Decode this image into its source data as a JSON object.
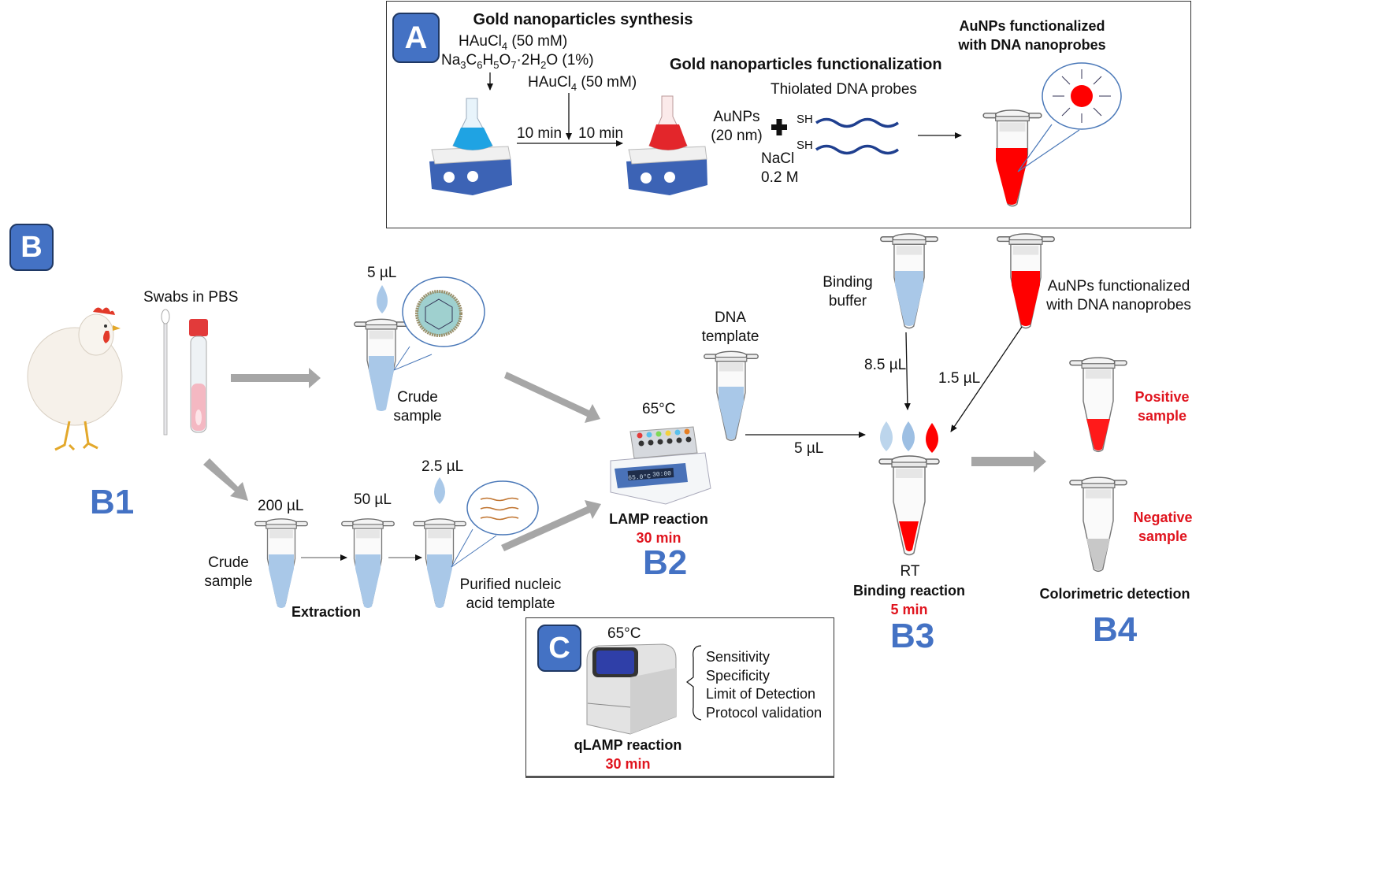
{
  "panelA": {
    "badge": "A",
    "synthesis_title": "Gold nanoparticles synthesis",
    "reagent1": {
      "formula": "HAuCl",
      "sub": "4",
      "conc": " (50 mM)"
    },
    "reagent2": {
      "parts": [
        [
          "Na",
          "3"
        ],
        [
          "C",
          "6"
        ],
        [
          "H",
          "5"
        ],
        [
          "O",
          "7"
        ],
        [
          "·2H",
          "2"
        ],
        [
          "O (1%)",
          ""
        ]
      ]
    },
    "reagent3": {
      "formula": "HAuCl",
      "sub": "4",
      "conc": " (50 mM)"
    },
    "time1": "10 min",
    "time2": "10 min",
    "functionalization_title": "Gold nanoparticles functionalization",
    "probes_label": "Thiolated DNA probes",
    "aunps_label_1": "AuNPs",
    "aunps_label_2": "(20 nm)",
    "nacl_label_1": "NaCl",
    "nacl_label_2": "0.2 M",
    "sh_label": "SH",
    "result_label_1": "AuNPs functionalized",
    "result_label_2": "with DNA nanoprobes"
  },
  "panelB": {
    "badge": "B",
    "b1": {
      "swabs_label": "Swabs in PBS",
      "step_label": "B1"
    },
    "crude_top": {
      "volume": "5 µL",
      "label_1": "Crude",
      "label_2": "sample"
    },
    "extraction": {
      "vol1": "200 µL",
      "vol2": "50 µL",
      "vol3": "2.5 µL",
      "crude_label_1": "Crude",
      "crude_label_2": "sample",
      "extraction_label": "Extraction",
      "purified_label_1": "Purified nucleic",
      "purified_label_2": "acid template"
    },
    "b2": {
      "temperature": "65°C",
      "display_temp": "65.0°C",
      "display_time": "30:00",
      "reaction_label": "LAMP reaction",
      "time": "30 min",
      "step_label": "B2",
      "dna_label_1": "DNA",
      "dna_label_2": "template",
      "transfer_volume": "5 µL"
    },
    "b3": {
      "binding_buffer_1": "Binding",
      "binding_buffer_2": "buffer",
      "aunp_label_1": "AuNPs functionalized",
      "aunp_label_2": "with DNA nanoprobes",
      "buffer_volume": "8.5 µL",
      "aunp_volume": "1.5 µL",
      "temperature": "RT",
      "reaction_label": "Binding reaction",
      "time": "5 min",
      "step_label": "B3"
    },
    "b4": {
      "positive_1": "Positive",
      "positive_2": "sample",
      "negative_1": "Negative",
      "negative_2": "sample",
      "detection_label": "Colorimetric detection",
      "step_label": "B4"
    }
  },
  "panelC": {
    "badge": "C",
    "temperature": "65°C",
    "criteria": [
      "Sensitivity",
      "Specificity",
      "Limit of Detection",
      "Protocol validation"
    ],
    "reaction_label": "qLAMP reaction",
    "time": "30 min"
  },
  "colors": {
    "accent_blue": "#4472c4",
    "red": "#e0141e",
    "liquid_blue": "#a9c8e8",
    "gold_red": "#ff0000",
    "arrow_gray": "#a6a6a6",
    "dna_blue": "#1f3f8f"
  }
}
